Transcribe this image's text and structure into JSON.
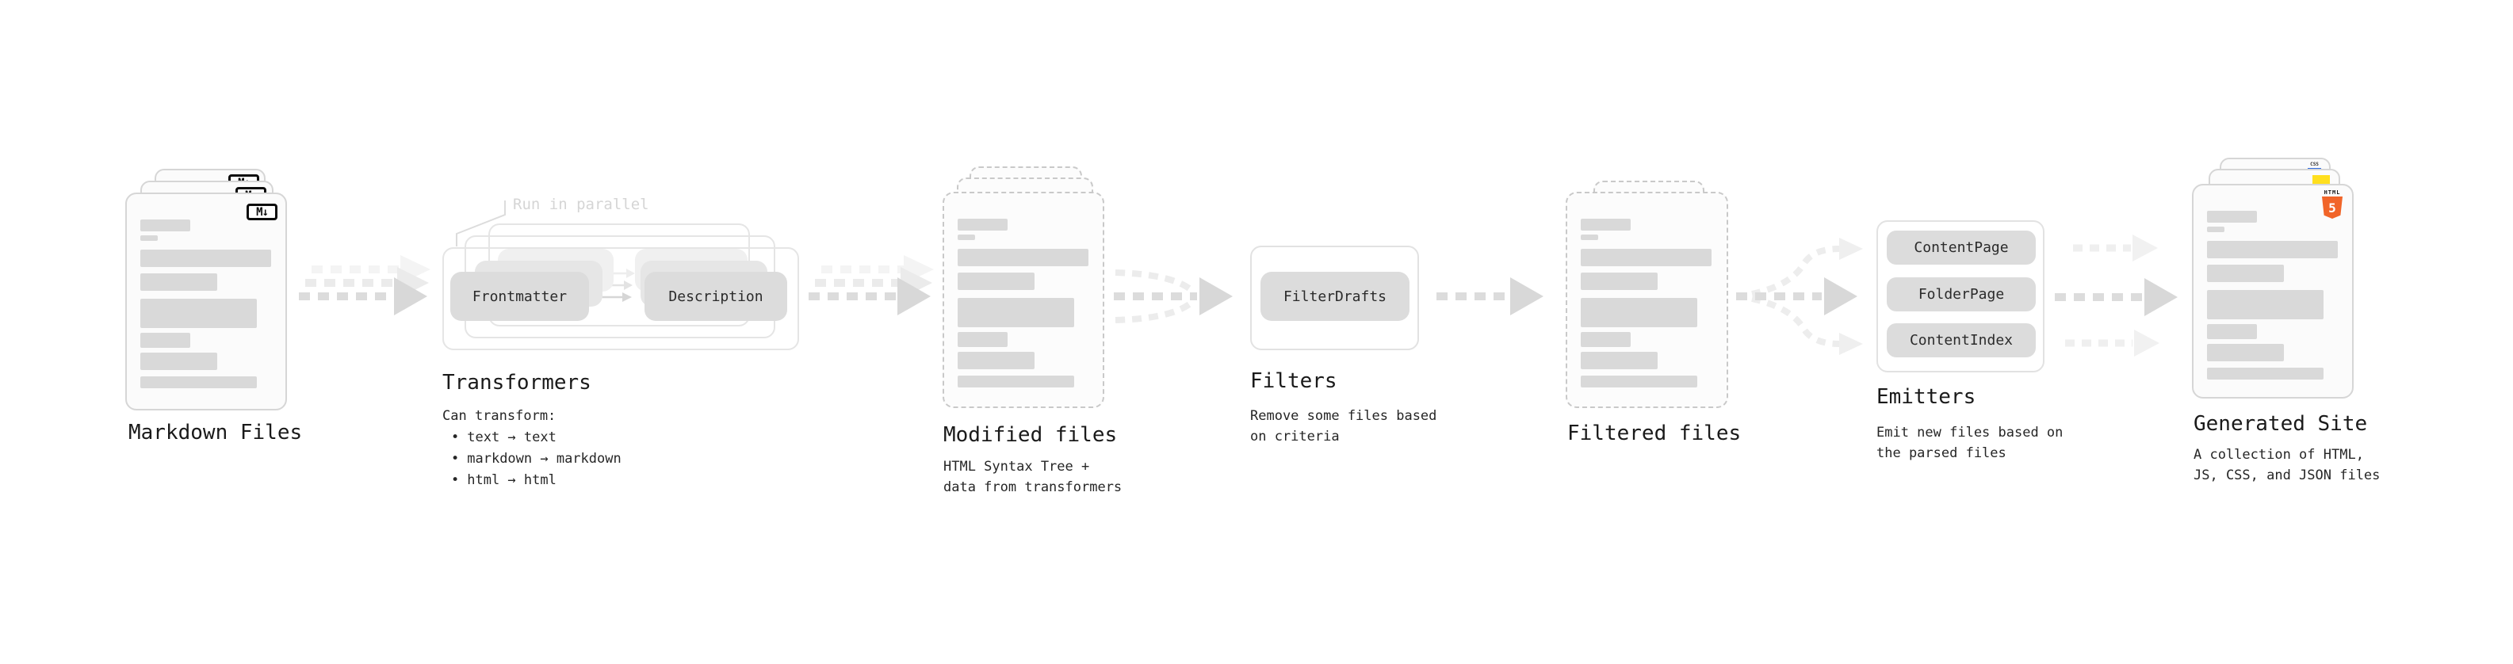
{
  "ui": {
    "bullet_char": "•"
  },
  "flow": {
    "markdown_files": {
      "title": "Markdown Files",
      "badge": "M↓"
    },
    "transformers": {
      "title": "Transformers",
      "annotation": "Run in parallel",
      "input_pill": "Frontmatter",
      "output_pill": "Description",
      "heading": "Can transform:",
      "bullets": [
        "text → text",
        "markdown → markdown",
        "html → html"
      ]
    },
    "modified_files": {
      "title": "Modified files",
      "desc": [
        "HTML Syntax Tree +",
        "data from transformers"
      ]
    },
    "filters": {
      "title": "Filters",
      "pills": [
        "FilterDrafts"
      ],
      "desc": [
        "Remove some files based",
        "on criteria"
      ]
    },
    "filtered_files": {
      "title": "Filtered files"
    },
    "emitters": {
      "title": "Emitters",
      "pills": [
        "ContentPage",
        "FolderPage",
        "ContentIndex"
      ],
      "desc": [
        "Emit new files based on",
        "the parsed files"
      ]
    },
    "generated_site": {
      "title": "Generated Site",
      "desc": [
        "A collection of HTML,",
        "JS, CSS, and JSON files"
      ],
      "badges": {
        "css": "CSS",
        "html_top": "HTML",
        "html_shield": "5"
      }
    }
  },
  "colors": {
    "arrow": "#dcdcdc",
    "arrow_head": "#d8d8d8",
    "bar": "#d9d9d9",
    "pill": "#dcdcdc",
    "html5_orange": "#f16529",
    "js_yellow": "#ffdf1e",
    "css_blue": "#2f6be0"
  }
}
